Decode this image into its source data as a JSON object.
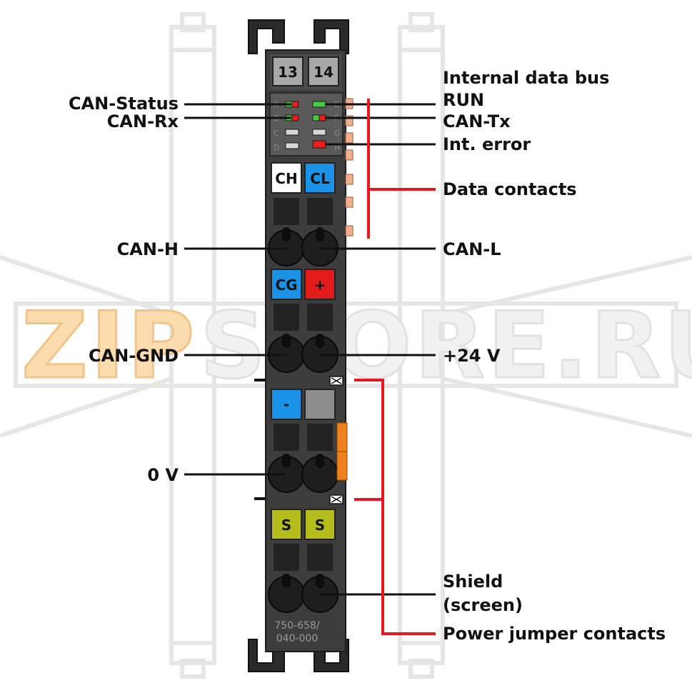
{
  "colors": {
    "housing": "#3d3d3d",
    "housing_light": "#505050",
    "black_line": "#111111",
    "red_line": "#e8161f",
    "blue_marker": "#1a93e6",
    "red_marker": "#e21b1b",
    "gray_marker": "#8d8d8d",
    "olive_marker": "#b5bd1c",
    "orange_contact": "#f0821e",
    "contact_copper": "#f3b08f",
    "led_green": "#3fcf3f",
    "led_red": "#ee1c1c",
    "watermark_orange": "#f4b460"
  },
  "watermark": {
    "zip": "ZIP",
    "rest": "STORE.RU"
  },
  "module": {
    "channel_left": "13",
    "channel_right": "14",
    "led_letters_left": [
      "A",
      "B",
      "C",
      "D"
    ],
    "led_letters_right": [
      "E",
      "F",
      "G",
      "H"
    ],
    "part_number_line1": "750-658/",
    "part_number_line2": "040-000"
  },
  "markers": {
    "ch": "CH",
    "cl": "CL",
    "cg": "CG",
    "plus": "+",
    "minus": "-",
    "s_left": "S",
    "s_right": "S"
  },
  "labels": {
    "can_status": "CAN-Status",
    "can_rx": "CAN-Rx",
    "can_h": "CAN-H",
    "can_gnd": "CAN-GND",
    "zero_v": "0 V",
    "internal_bus": "Internal data bus",
    "run": "RUN",
    "can_tx": "CAN-Tx",
    "int_error": "Int. error",
    "data_contacts": "Data contacts",
    "can_l": "CAN-L",
    "plus_24v": "+24 V",
    "shield_line1": "Shield",
    "shield_line2": "(screen)",
    "power_jumper": "Power jumper contacts"
  }
}
